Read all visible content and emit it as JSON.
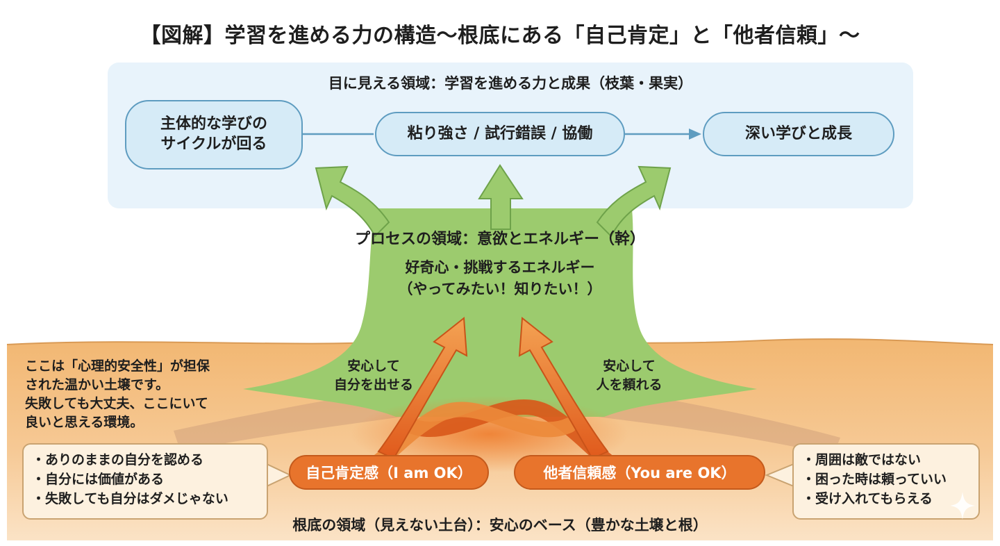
{
  "title": "【図解】学習を進める力の構造〜根底にある「自己肯定」と「他者信頼」〜",
  "visible_area": {
    "label": "目に見える領域：学習を進める力と成果（枝葉・果実）",
    "nodes": [
      {
        "line1": "主体的な学びの",
        "line2": "サイクルが回る"
      },
      {
        "text": "粘り強さ / 試行錯誤 / 協働"
      },
      {
        "text": "深い学びと成長"
      }
    ]
  },
  "process_area": {
    "label": "プロセスの領域：意欲とエネルギー（幹）",
    "sub_line1": "好奇心・挑戦するエネルギー",
    "sub_line2": "（やってみたい！知りたい！）"
  },
  "soil_description": {
    "lines": [
      "ここは「心理的安全性」が担保",
      "された温かい土壌です。",
      "失敗しても大丈夫、ここにいて",
      "良いと思える環境。"
    ]
  },
  "arrows": {
    "left": {
      "line1": "安心して",
      "line2": "自分を出せる"
    },
    "right": {
      "line1": "安心して",
      "line2": "人を頼れる"
    }
  },
  "roots": {
    "self": {
      "label": "自己肯定感（I am OK）"
    },
    "other": {
      "label": "他者信頼感（You are OK）"
    }
  },
  "bubbles": {
    "left": [
      "・ありのままの自分を認める",
      "・自分には価値がある",
      "・失敗しても自分はダメじゃない"
    ],
    "right": [
      "・周囲は敵ではない",
      "・困った時は頼っていい",
      "・受け入れてもらえる"
    ]
  },
  "bottom_label": "根底の領域（見えない土台）：安心のベース（豊かな土壌と根）",
  "colors": {
    "sky": "#e8f3fb",
    "pill_fill": "#d6ebf7",
    "pill_border": "#5e9cc0",
    "trunk_green": "#9ccb6e",
    "soil_top": "#f2b772",
    "soil_bottom": "#fbe3c6",
    "root_orange": "#e8742c"
  }
}
